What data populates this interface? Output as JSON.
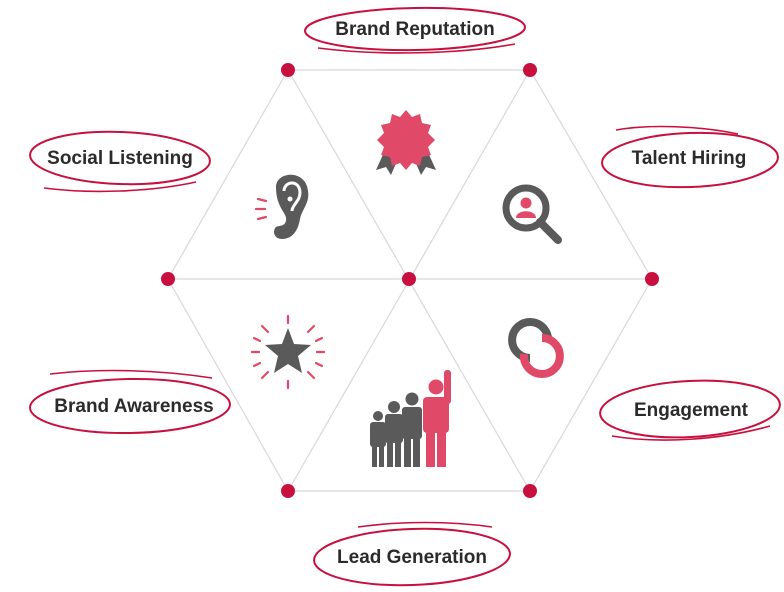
{
  "colors": {
    "accent": "#c8103e",
    "icon_pink": "#e04a68",
    "icon_gray": "#5a5a5a",
    "line": "#d8d8d8",
    "text": "#2b2b2b"
  },
  "segments": [
    {
      "label": "Brand Reputation",
      "icon": "award-ribbon-icon"
    },
    {
      "label": "Talent Hiring",
      "icon": "magnifier-person-icon"
    },
    {
      "label": "Engagement",
      "icon": "linked-rings-icon"
    },
    {
      "label": "Lead Generation",
      "icon": "people-raising-hand-icon"
    },
    {
      "label": "Brand Awareness",
      "icon": "sparkling-star-icon"
    },
    {
      "label": "Social Listening",
      "icon": "ear-icon"
    }
  ]
}
